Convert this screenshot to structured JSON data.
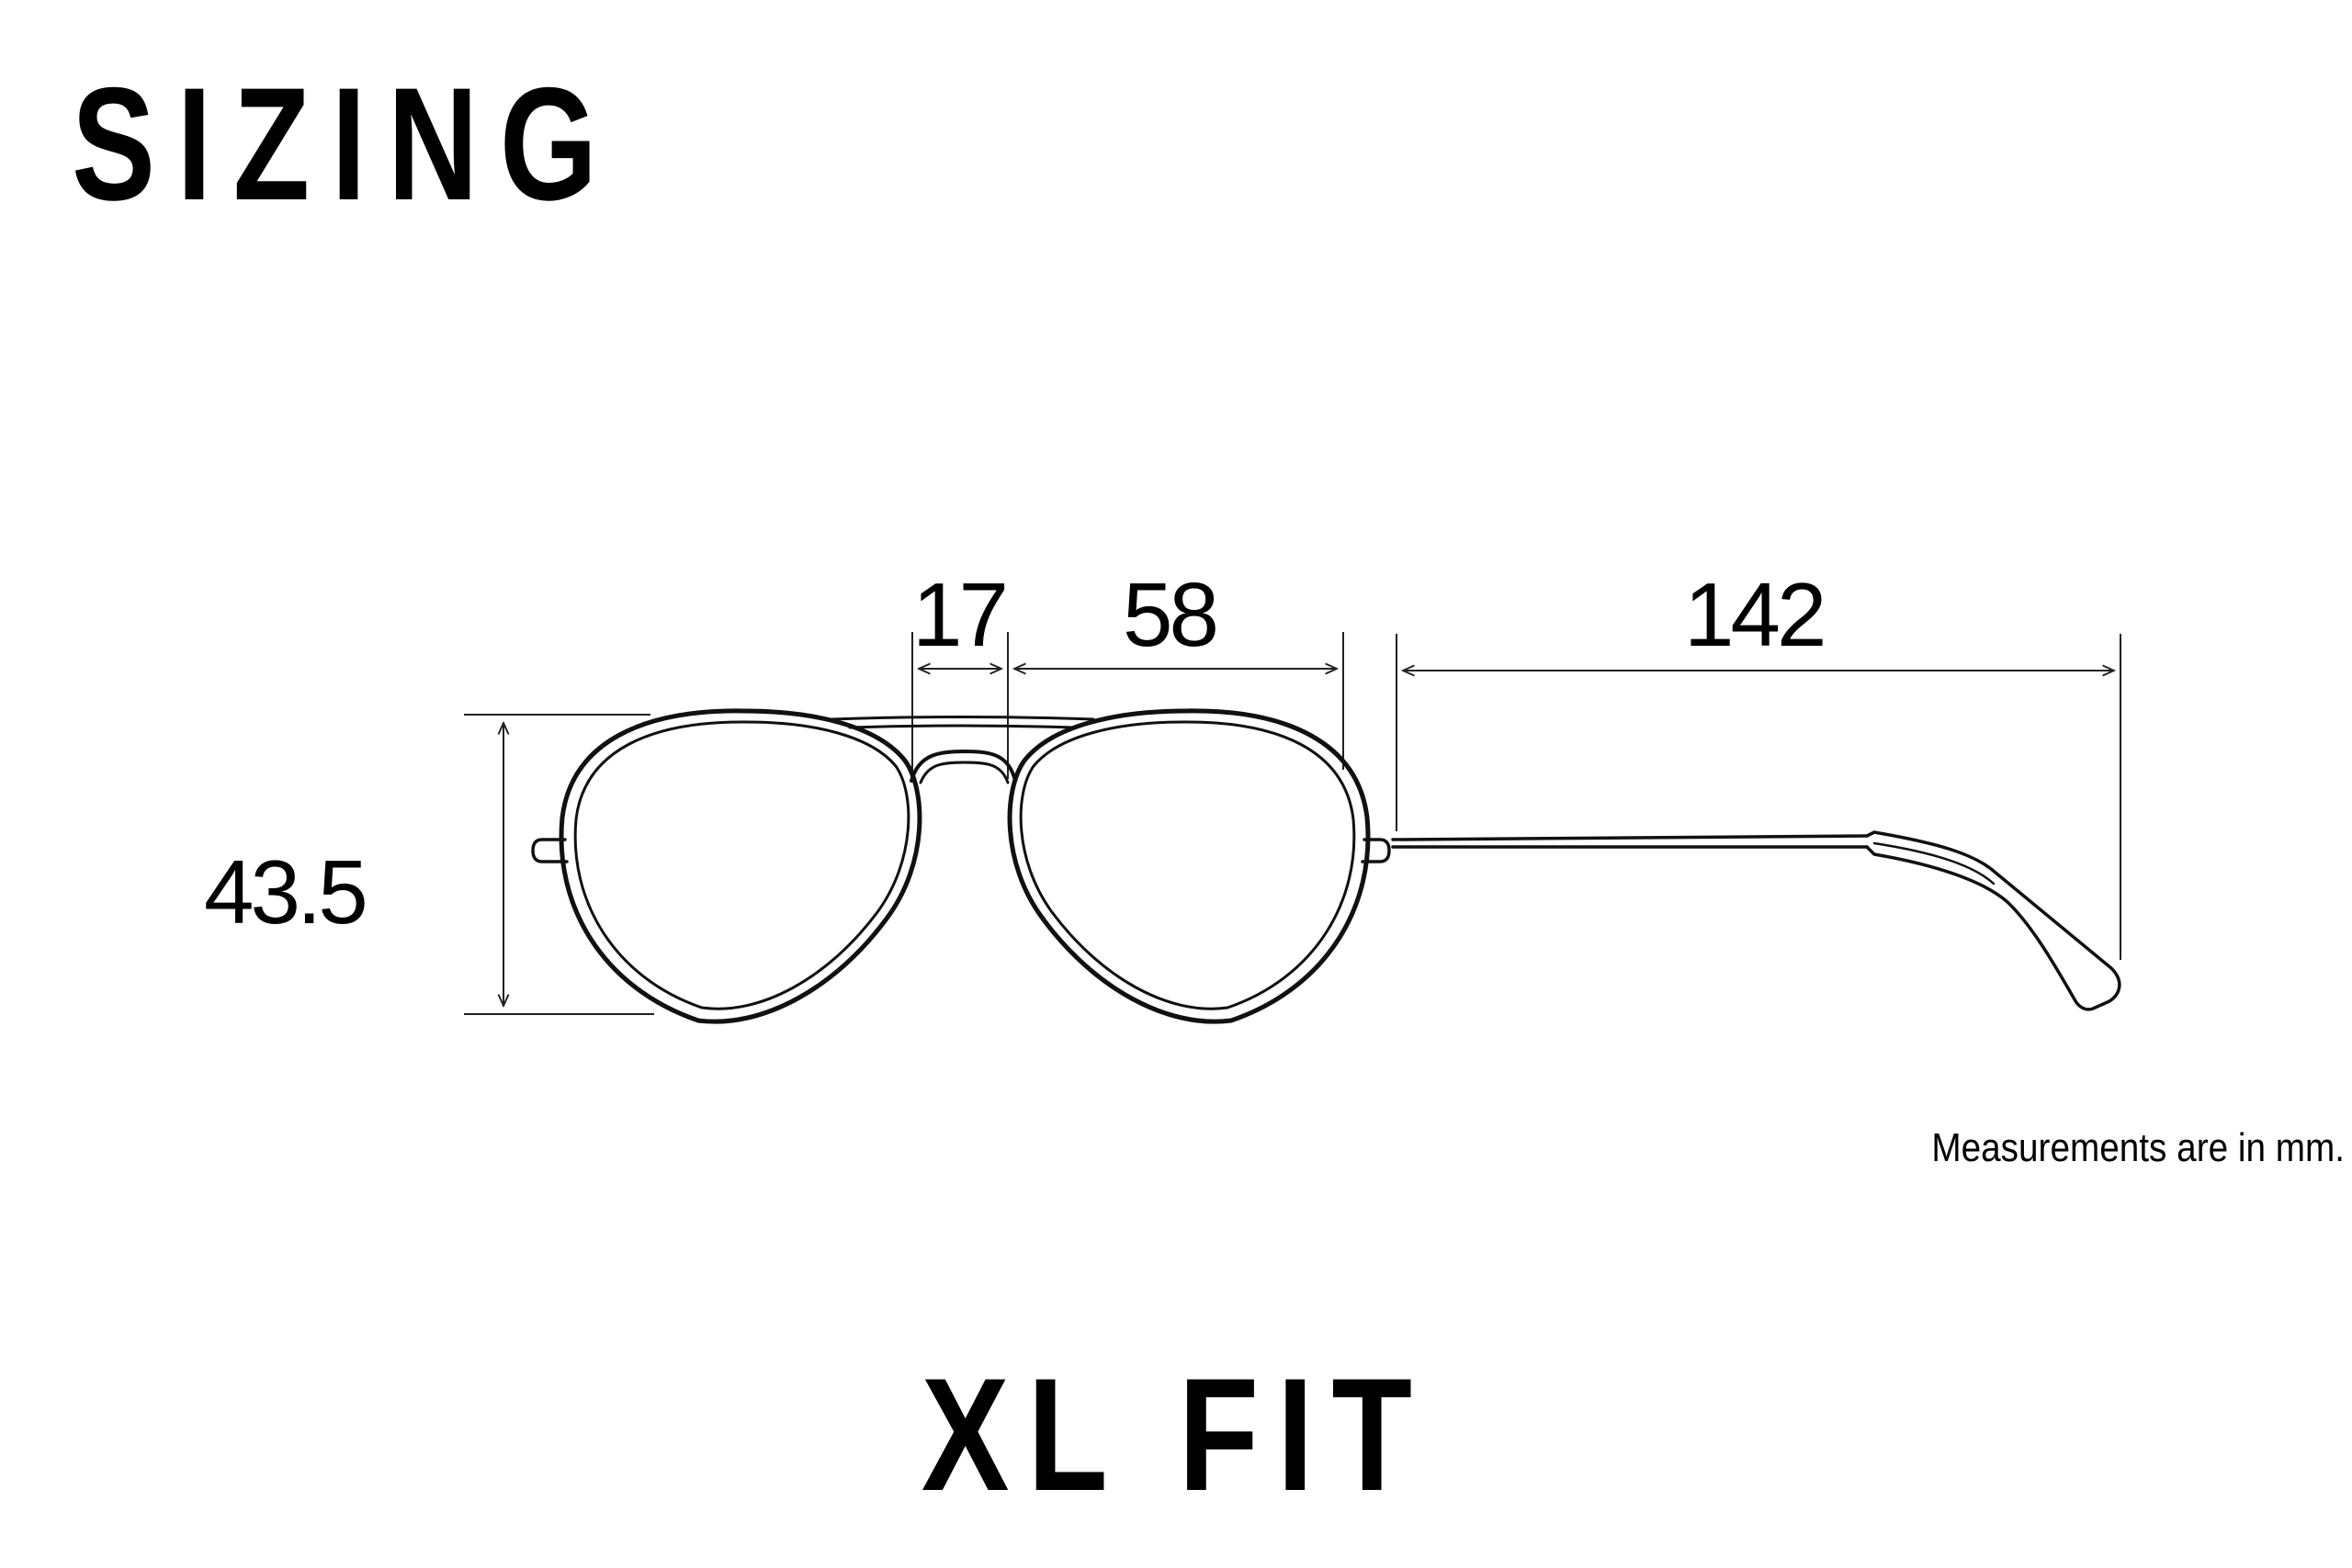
{
  "title": "SIZING",
  "fit_label": "XL FIT",
  "note": "Measurements are in mm.",
  "dimensions": {
    "lens_height": "43.5",
    "bridge_width": "17",
    "lens_width": "58",
    "temple_length": "142"
  },
  "colors": {
    "ink": "#000000",
    "background": "#ffffff"
  },
  "icons": {
    "glasses_front": "aviator-sunglasses-front-outline",
    "temple_arm": "sunglasses-temple-arm-outline"
  }
}
